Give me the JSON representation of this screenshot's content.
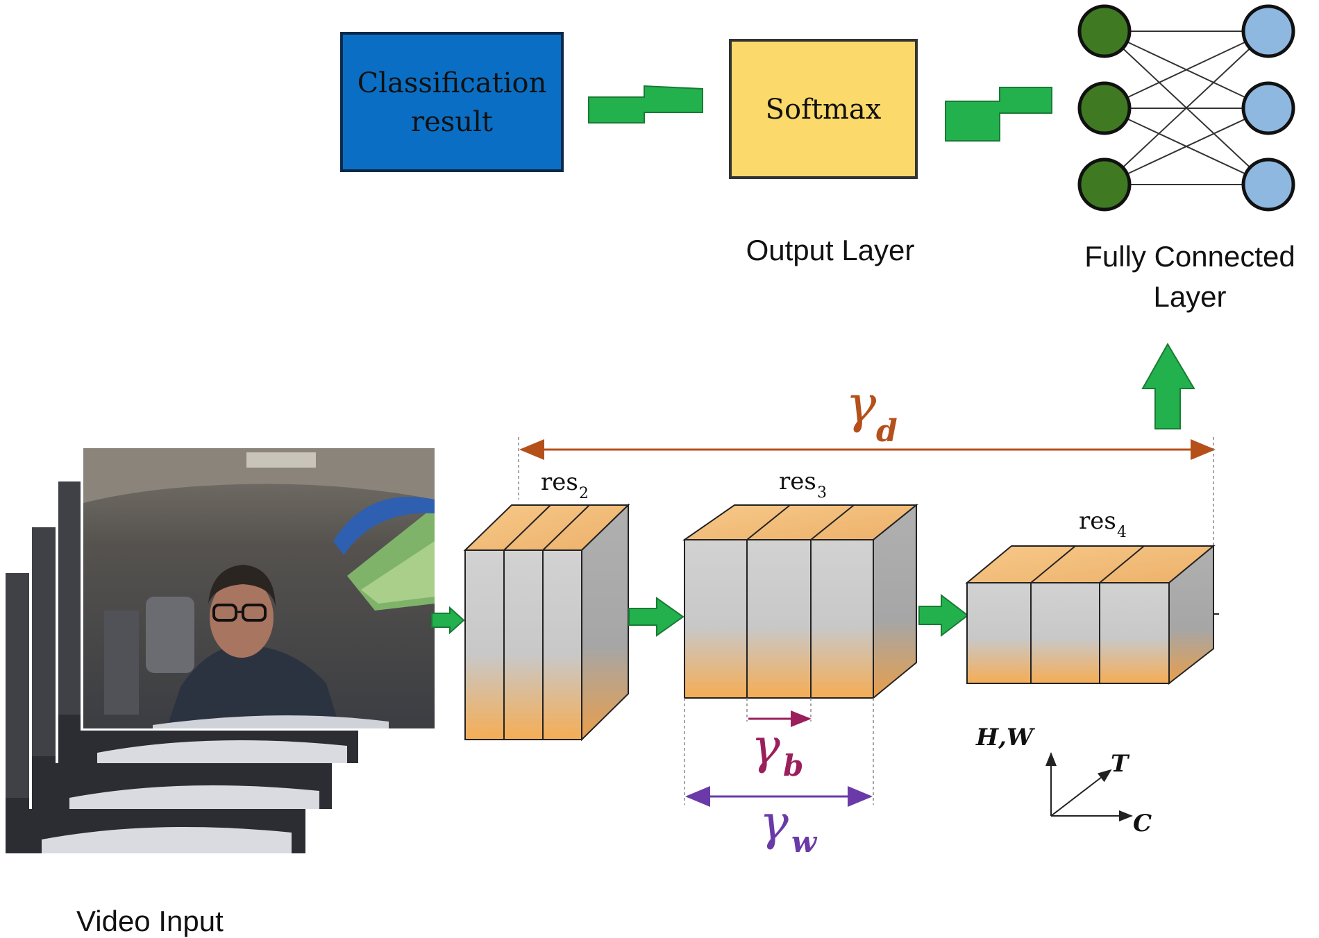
{
  "blocks": {
    "classification": {
      "line1": "Classification",
      "line2": "result",
      "color": "#0a6fc4"
    },
    "softmax": {
      "label": "Softmax",
      "color": "#fbd96a"
    }
  },
  "captions": {
    "output_layer": "Output Layer",
    "fc_line1": "Fully Connected",
    "fc_line2": "Layer",
    "video_input": "Video Input"
  },
  "stages": {
    "res2": {
      "base": "res",
      "sub": "2"
    },
    "res3": {
      "base": "res",
      "sub": "3"
    },
    "res4": {
      "base": "res",
      "sub": "4"
    }
  },
  "dimensions": {
    "depth": {
      "symbol": "γ",
      "sub": "d",
      "color": "#b5501b"
    },
    "bottleneck": {
      "symbol": "γ",
      "sub": "b",
      "color": "#9b1f5c"
    },
    "width": {
      "symbol": "γ",
      "sub": "w",
      "color": "#6a3aa8"
    }
  },
  "axes": {
    "vertical": "H,W",
    "diagonal": "T",
    "horizontal": "C"
  },
  "colors": {
    "arrow": "#22b14c",
    "node_left": "#3f7a22",
    "node_right": "#8fb8e0",
    "block_face": "#c9c9c9",
    "block_warm": "#f4b35c"
  }
}
